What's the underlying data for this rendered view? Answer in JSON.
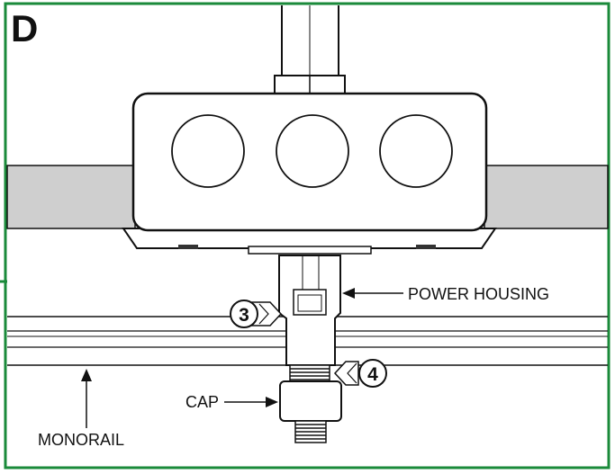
{
  "panel": {
    "letter": "D",
    "border_color": "#1a8a3a"
  },
  "labels": {
    "power_housing": "POWER HOUSING",
    "cap": "CAP",
    "monorail": "MONORAIL"
  },
  "callouts": {
    "step_3": "3",
    "step_4": "4"
  },
  "colors": {
    "rail_gray": "#cfcfcf",
    "stroke": "#111111"
  }
}
